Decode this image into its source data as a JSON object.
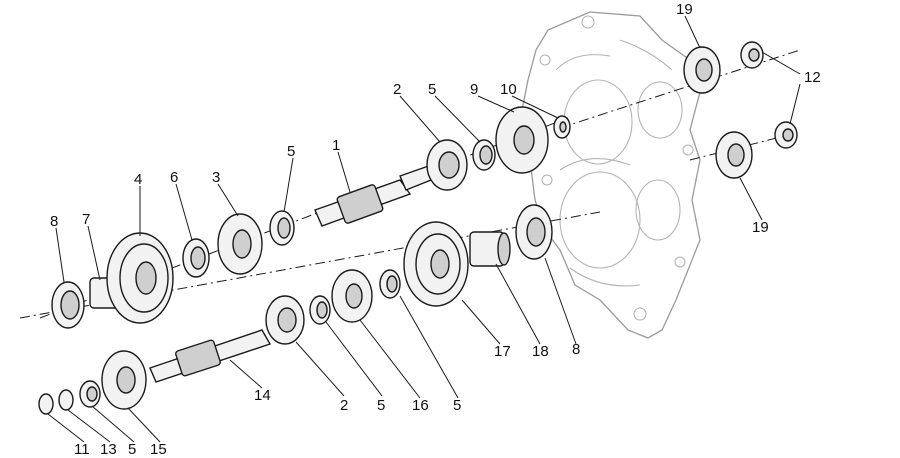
{
  "callouts": [
    {
      "id": "c19a",
      "text": "19"
    },
    {
      "id": "c12",
      "text": "12"
    },
    {
      "id": "c2a",
      "text": "2"
    },
    {
      "id": "c5a",
      "text": "5"
    },
    {
      "id": "c9",
      "text": "9"
    },
    {
      "id": "c10",
      "text": "10"
    },
    {
      "id": "c1",
      "text": "1"
    },
    {
      "id": "c5b",
      "text": "5"
    },
    {
      "id": "c4",
      "text": "4"
    },
    {
      "id": "c6",
      "text": "6"
    },
    {
      "id": "c3",
      "text": "3"
    },
    {
      "id": "c8a",
      "text": "8"
    },
    {
      "id": "c7",
      "text": "7"
    },
    {
      "id": "c19b",
      "text": "19"
    },
    {
      "id": "c17",
      "text": "17"
    },
    {
      "id": "c18",
      "text": "18"
    },
    {
      "id": "c8b",
      "text": "8"
    },
    {
      "id": "c14",
      "text": "14"
    },
    {
      "id": "c2b",
      "text": "2"
    },
    {
      "id": "c5c",
      "text": "5"
    },
    {
      "id": "c16",
      "text": "16"
    },
    {
      "id": "c5d",
      "text": "5"
    },
    {
      "id": "c11",
      "text": "11"
    },
    {
      "id": "c13",
      "text": "13"
    },
    {
      "id": "c5e",
      "text": "5"
    },
    {
      "id": "c15",
      "text": "15"
    }
  ]
}
